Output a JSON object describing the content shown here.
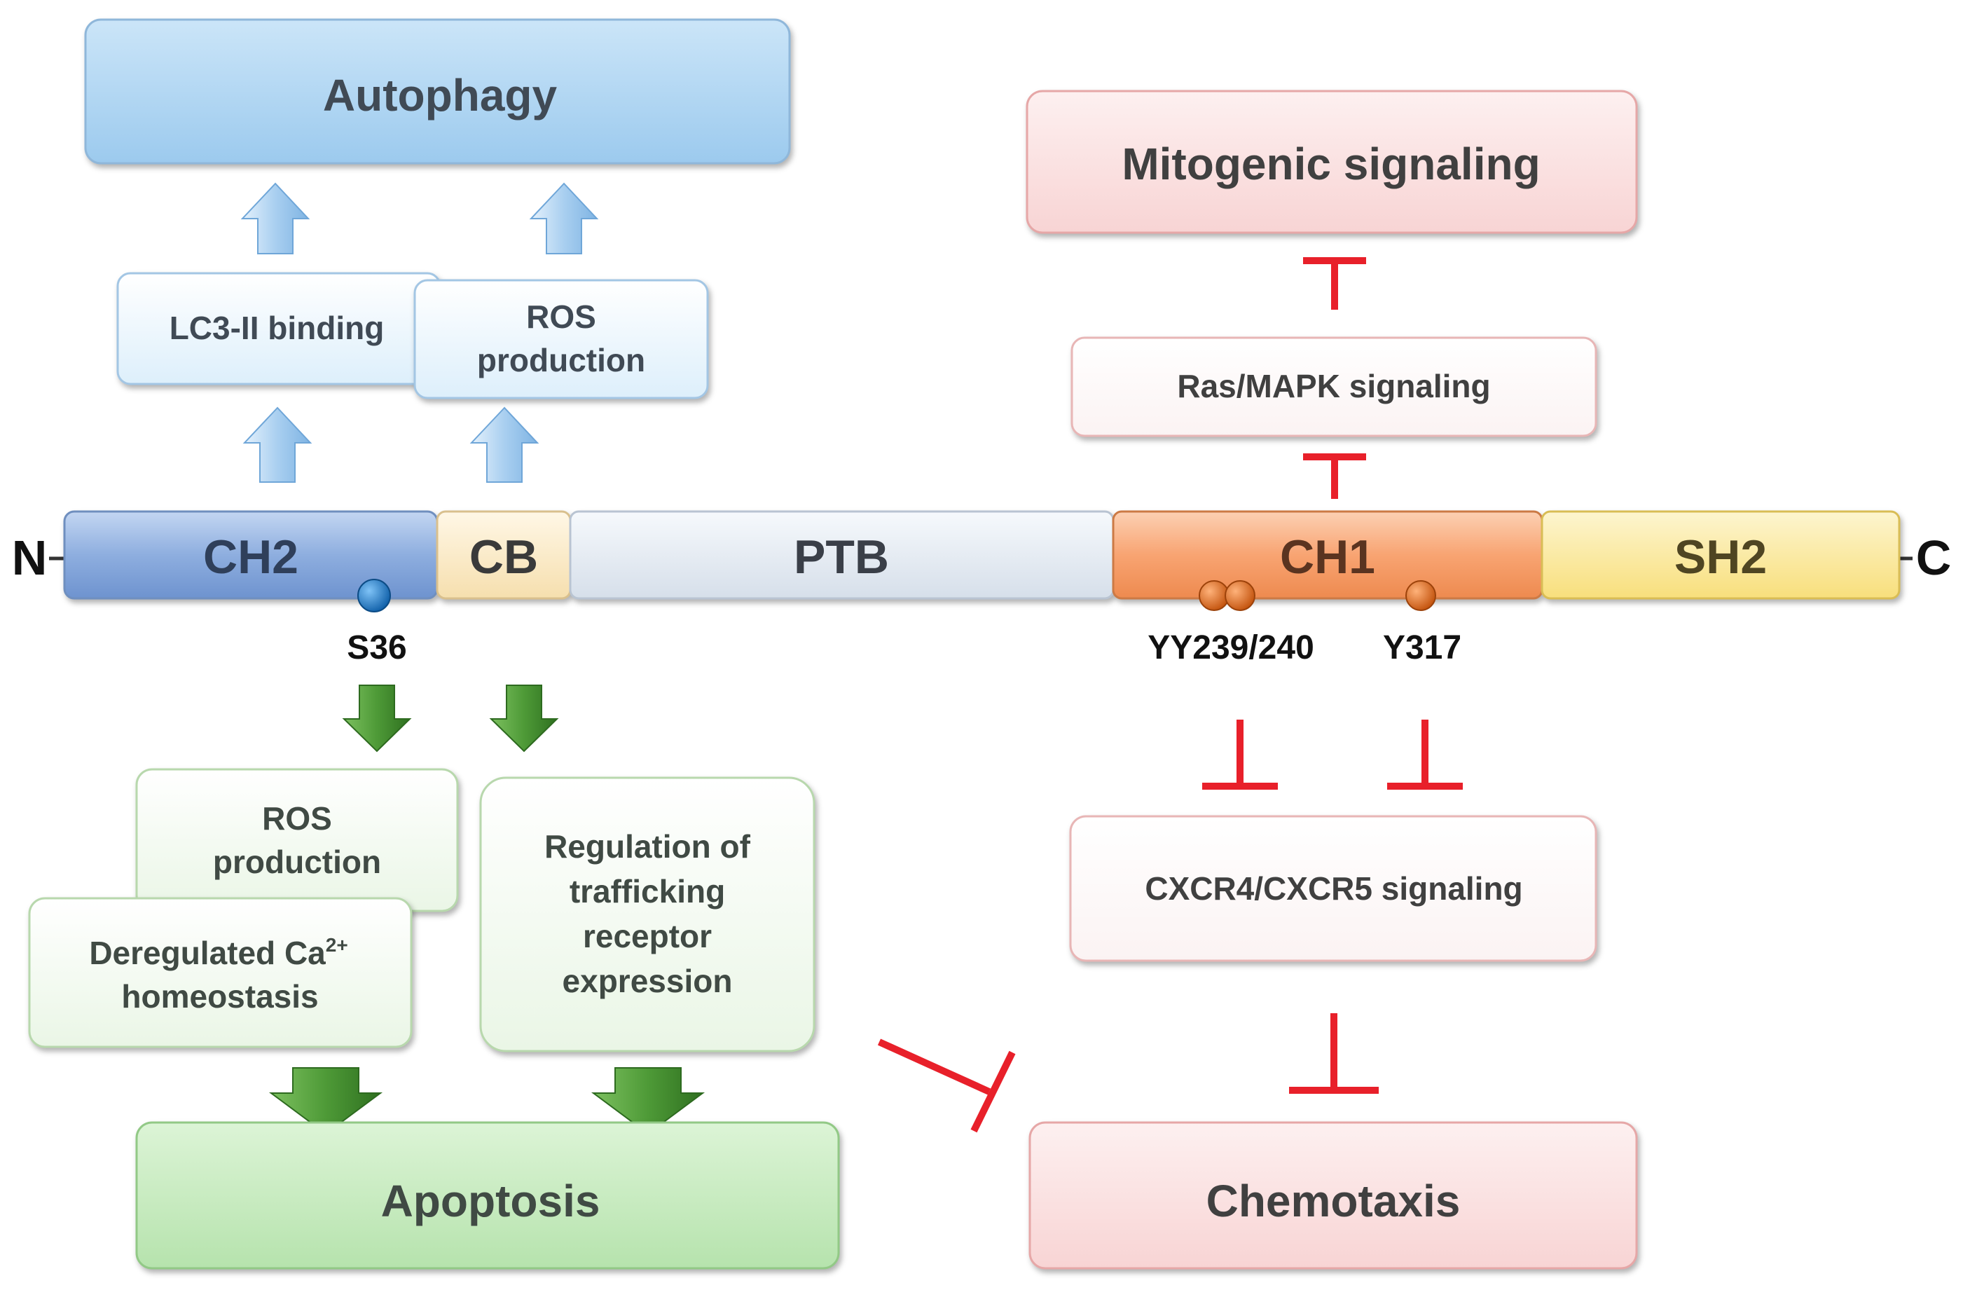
{
  "protein": {
    "n_terminus": "N",
    "c_terminus": "C",
    "domains": [
      {
        "key": "ch2",
        "label": "CH2"
      },
      {
        "key": "cb",
        "label": "CB"
      },
      {
        "key": "ptb",
        "label": "PTB"
      },
      {
        "key": "ch1",
        "label": "CH1"
      },
      {
        "key": "sh2",
        "label": "SH2"
      }
    ],
    "sites": [
      {
        "label": "S36"
      },
      {
        "label": "YY239/240"
      },
      {
        "label": "Y317"
      }
    ]
  },
  "boxes": {
    "autophagy": "Autophagy",
    "lc3_binding": "LC3-II binding",
    "ros_top_line1": "ROS",
    "ros_top_line2": "production",
    "ros_bottom_line1": "ROS",
    "ros_bottom_line2": "production",
    "calcium_line1": "Deregulated Ca",
    "calcium_superscript": "2+",
    "calcium_line2": "homeostasis",
    "trafficking_line1": "Regulation of",
    "trafficking_line2": "trafficking",
    "trafficking_line3": "receptor",
    "trafficking_line4": "expression",
    "apoptosis": "Apoptosis",
    "mitogenic": "Mitogenic signaling",
    "ras_mapk": "Ras/MAPK signaling",
    "cxcr": "CXCR4/CXCR5 signaling",
    "chemotaxis": "Chemotaxis"
  },
  "colors": {
    "autophagy_fill": "#a9d2f1",
    "light_blue_fill": "#eaf5fd",
    "green_fill": "#c4ebbd",
    "light_green_fill": "#f3faf1",
    "pink_fill": "#fbe0e0",
    "white_box_fill": "#ffffff",
    "ch2": "#8eaedf",
    "cb": "#fbebc8",
    "ptb": "#e4ebf3",
    "ch1": "#f8a472",
    "sh2": "#fbe89a",
    "blue_arrow": "#b7d8f4",
    "green_arrow": "#4e9a37",
    "inhibit_red": "#e8202a",
    "s36_dot": "#1577c9",
    "y_dot": "#e16a12"
  }
}
